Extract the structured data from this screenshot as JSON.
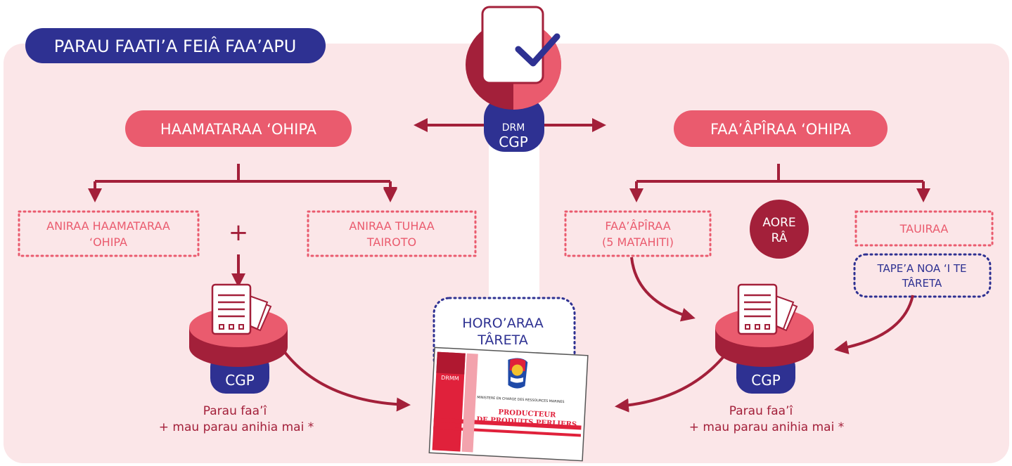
{
  "title": "PARAU FAATI’A FEIÂ FAA’APU",
  "center_badge": {
    "top": "DRM",
    "bottom": "CGP"
  },
  "left": {
    "header": "HAAMATARAA ‘OHIPA",
    "option_a": [
      "ANIRAA HAAMATARAA",
      "‘OHIPA"
    ],
    "plus": "+",
    "option_b": [
      "ANIRAA TUHAA",
      "TAIROTO"
    ],
    "stack_badge": "CGP",
    "footer": [
      "Parau faa’î",
      "+ mau parau anihia mai *"
    ]
  },
  "right": {
    "header": "FAA’ÂPÎRAA ‘OHIPA",
    "option_a": [
      "FAA’ÂPÎRAA",
      "(5 MATAHITI)"
    ],
    "or": [
      "AORE",
      "RÂ"
    ],
    "option_b": "TAUIRAA",
    "note": [
      "TAPE’A NOA ‘I TE",
      "TÂRETA"
    ],
    "stack_badge": "CGP",
    "footer": [
      "Parau faa’î",
      "+ mau parau anihia mai *"
    ]
  },
  "card": {
    "note": [
      "HORO’ARAA",
      "TÂRETA"
    ],
    "logo_text": "DRMM",
    "ministry": "MINISTERE EN CHARGE DES RESSOURCES MARINES",
    "title": [
      "PRODUCTEUR",
      "DE PRODUITS PERLIERS"
    ]
  },
  "colors": {
    "panel_bg": "#fbe6e8",
    "navy": "#2e3192",
    "coral": "#ea5b6e",
    "coral_light": "#f08190",
    "crimson": "#a3203a",
    "crimson_dark": "#8e1b30"
  }
}
